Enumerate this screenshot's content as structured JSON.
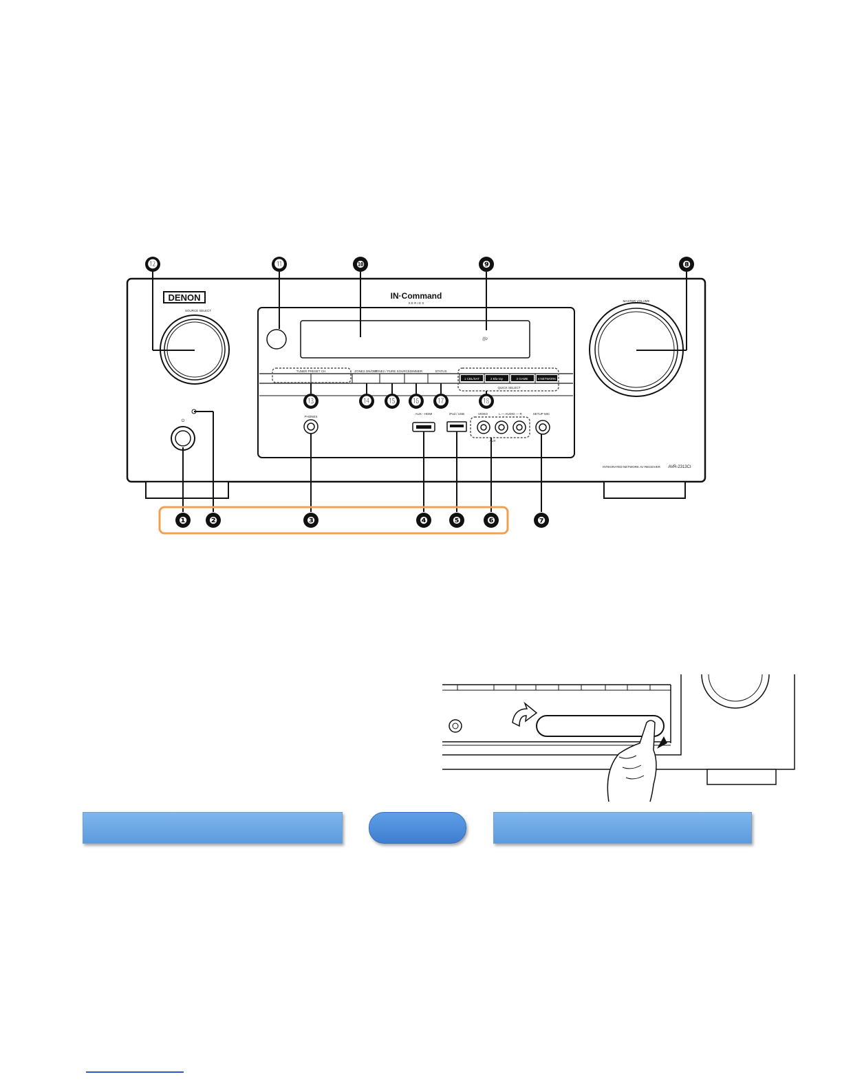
{
  "receiver": {
    "brand": "DENON",
    "series_logo_main": "IN·Command",
    "series_logo_sub": "S E R I E S",
    "source_select_label": "SOURCE SELECT",
    "master_volume_label": "MASTER VOLUME",
    "standby_symbol": "⏻",
    "tuner_preset_label": "TUNER PRESET CH",
    "zone2_label": "ZONE2 ON/OFF",
    "zone2_source_label": "ZONE2 / PURE SOURCE",
    "dimmer_label": "DIMMER",
    "status_label": "STATUS",
    "quick_select_label": "QUICK SELECT",
    "quick_buttons": [
      "1 CBL/SAT",
      "2 Blu-ray",
      "3 GAME",
      "4 NETWORK"
    ],
    "phones_label": "PHONES",
    "aux_hdmi_label": "AUX - HDMI",
    "ipod_usb_label": "iPod / USB",
    "video_label": "VIDEO",
    "audio_label": "L — AUDIO — R",
    "aux_label": "AUX",
    "setup_mic_label": "SETUP MIC",
    "model_text": "INTEGRATED NETWORK AV RECEIVER",
    "model_name": "AVR-2313CI"
  },
  "callouts": {
    "n1": "❶",
    "n2": "❷",
    "n3": "❸",
    "n4": "❹",
    "n5": "❺",
    "n6": "❻",
    "n7": "❼",
    "n8": "❽",
    "n9": "❾",
    "n10": "❿",
    "n11": "⓫",
    "n12": "⓬",
    "n13": "⓭",
    "n14": "⓮",
    "n15": "⓯",
    "n16": "⓰",
    "n17": "⓱",
    "n18": "⓲"
  },
  "colors": {
    "highlight_box": "#f0a050",
    "nav_bar": "#6aa8e8",
    "nav_pill": "#4f8fdd"
  }
}
